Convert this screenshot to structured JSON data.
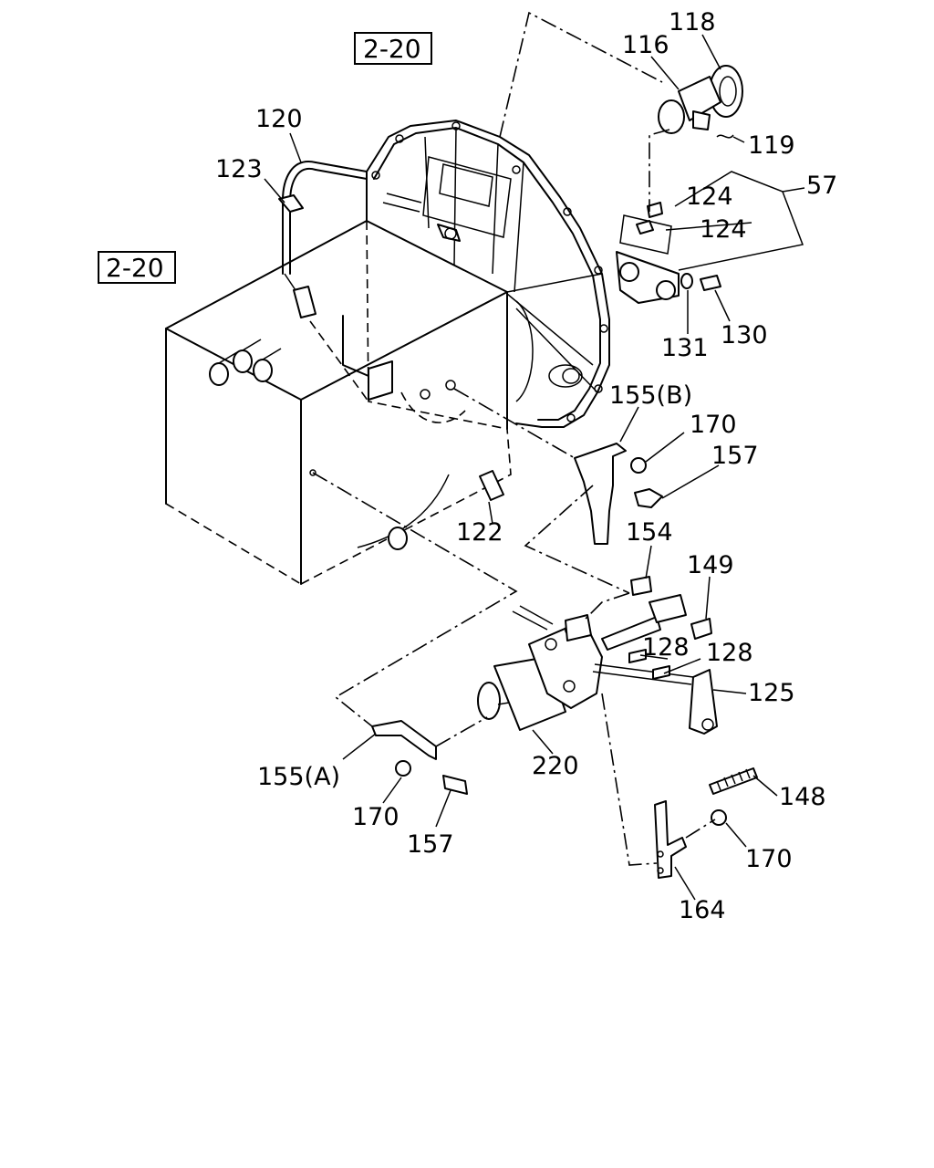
{
  "references": [
    {
      "id": "ref-top",
      "text": "2-20"
    },
    {
      "id": "ref-left",
      "text": "2-20"
    }
  ],
  "callouts": {
    "p118": "118",
    "p116": "116",
    "p120": "120",
    "p123": "123",
    "p119": "119",
    "p57": "57",
    "p124a": "124",
    "p124b": "124",
    "p131": "131",
    "p130": "130",
    "p155b": "155(B)",
    "p170a": "170",
    "p157a": "157",
    "p122": "122",
    "p154": "154",
    "p149": "149",
    "p128a": "128",
    "p128b": "128",
    "p125": "125",
    "p220": "220",
    "p155a": "155(A)",
    "p170b": "170",
    "p157b": "157",
    "p148": "148",
    "p170c": "170",
    "p164": "164"
  }
}
